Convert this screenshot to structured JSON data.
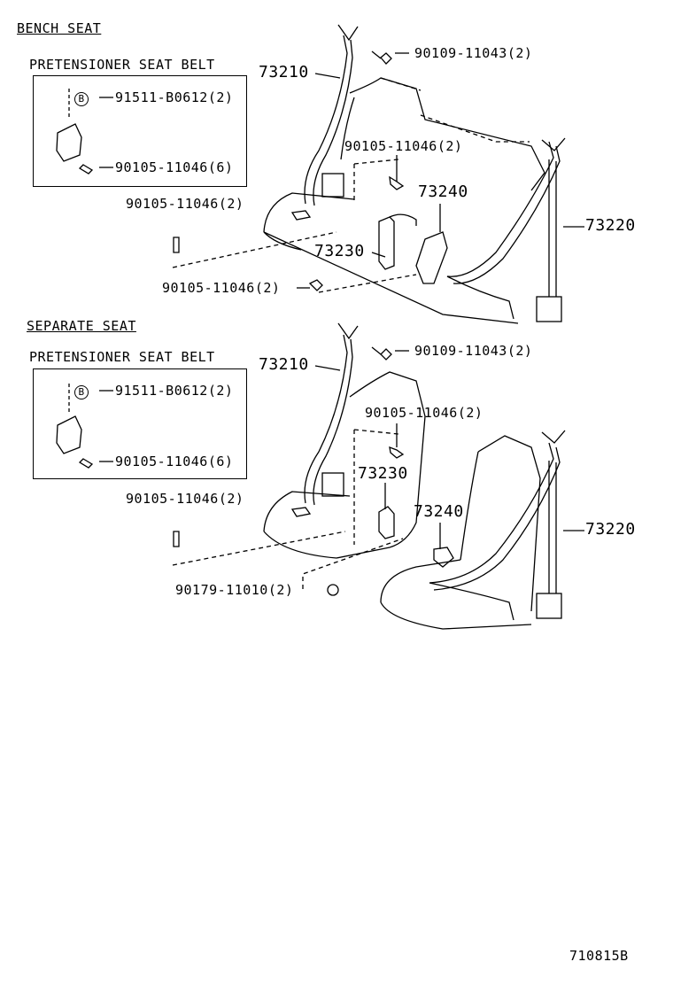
{
  "figure_code": "710815B",
  "bench": {
    "section_title": "BENCH SEAT",
    "pretensioner_title": "PRETENSIONER SEAT BELT",
    "box_part_b": {
      "marker": "B",
      "code": "91511-B0612(2)"
    },
    "box_bolt": "90105-11046(6)",
    "label_73210": "73210",
    "label_90109": "90109-11043(2)",
    "label_90105_upper": "90105-11046(2)",
    "label_73240": "73240",
    "label_73220": "73220",
    "label_90105_left": "90105-11046(2)",
    "label_73230": "73230",
    "label_90105_bottom": "90105-11046(2)"
  },
  "separate": {
    "section_title": "SEPARATE SEAT",
    "pretensioner_title": "PRETENSIONER SEAT BELT",
    "box_part_b": {
      "marker": "B",
      "code": "91511-B0612(2)"
    },
    "box_bolt": "90105-11046(6)",
    "label_73210": "73210",
    "label_90109": "90109-11043(2)",
    "label_90105_upper": "90105-11046(2)",
    "label_73230": "73230",
    "label_73240": "73240",
    "label_73220": "73220",
    "label_90105_left": "90105-11046(2)",
    "label_90179": "90179-11010(2)"
  }
}
